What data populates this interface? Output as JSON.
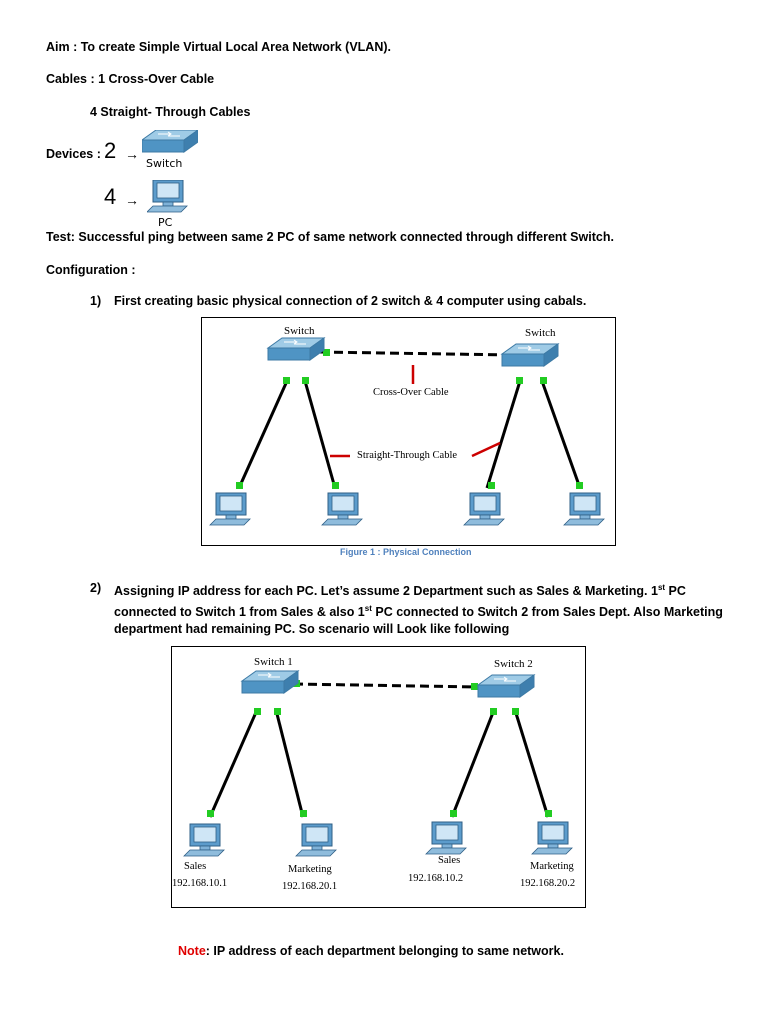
{
  "aim": "Aim :  To create Simple Virtual Local Area Network (VLAN).",
  "cables": {
    "line1": "Cables : 1 Cross-Over  Cable",
    "line2": "4 Straight- Through Cables"
  },
  "devices": {
    "label": "Devices :",
    "switch_count": "2",
    "pc_count": "4",
    "arrow": "→",
    "switch_label": "Switch",
    "pc_label": "PC"
  },
  "test": "Test:  Successful ping between same 2 PC of same network connected through different Switch.",
  "configuration": "Configuration :",
  "step1": {
    "num": "1)",
    "text": "First creating basic physical connection of 2 switch & 4 computer using cabals."
  },
  "figure1": {
    "switch_left": "Switch",
    "switch_right": "Switch",
    "crossover_label": "Cross-Over Cable",
    "straight_label": "Straight-Through Cable",
    "caption": "Figure 1 : Physical Connection"
  },
  "step2": {
    "num": "2)",
    "part1": "Assigning IP address for each PC. Let’s assume 2 Department such as Sales & Marketing. 1",
    "sup1": "st",
    "part2": " PC connected to Switch 1 from Sales & also 1",
    "sup2": "st",
    "part3": " PC connected to Switch 2 from Sales Dept. Also Marketing department had remaining PC.  So scenario will Look like following"
  },
  "figure2": {
    "switch1": "Switch 1",
    "switch2": "Switch 2",
    "pcs": [
      {
        "dept": "Sales",
        "ip": "192.168.10.1"
      },
      {
        "dept": "Marketing",
        "ip": "192.168.20.1"
      },
      {
        "dept": "Sales",
        "ip": "192.168.10.2"
      },
      {
        "dept": "Marketing",
        "ip": "192.168.20.2"
      }
    ]
  },
  "note": {
    "label": "Note",
    "text": ":  IP address of each department belonging to same network."
  },
  "colors": {
    "link_dot": "#22cc22",
    "annotation_red": "#cc0000",
    "caption_blue": "#4f81bd",
    "switch_fill": "#5a9ec9"
  }
}
